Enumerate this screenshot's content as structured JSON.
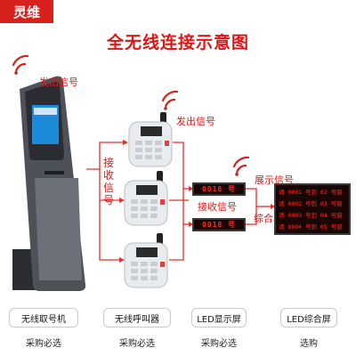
{
  "brand": "灵维",
  "title": "全无线连接示意图",
  "labels": {
    "send_signal_1": "发出信号",
    "send_signal_2": "发出信号",
    "receive_signal_vertical": "接收信号",
    "display_signal": "展示信号",
    "receive_signal": "接收信号",
    "composite": "综合"
  },
  "led_display": {
    "top": "0018 号",
    "bottom": "0018 号"
  },
  "composite_board": {
    "rows": [
      "请 0001 号到 02 号窗",
      "请 0002 号到 03 号窗",
      "请 0003 号到 04 号窗",
      "请 0004 号到 05 号窗"
    ]
  },
  "products": [
    {
      "name": "无线取号机",
      "note": "采购必选"
    },
    {
      "name": "无线呼叫器",
      "note": "采购必选"
    },
    {
      "name": "LED显示屏",
      "note": "采购必选"
    },
    {
      "name": "LED综合屏",
      "note": "选购"
    }
  ],
  "colors": {
    "accent": "#e01515",
    "connector": "#e03030",
    "wifi": "#d42020"
  }
}
